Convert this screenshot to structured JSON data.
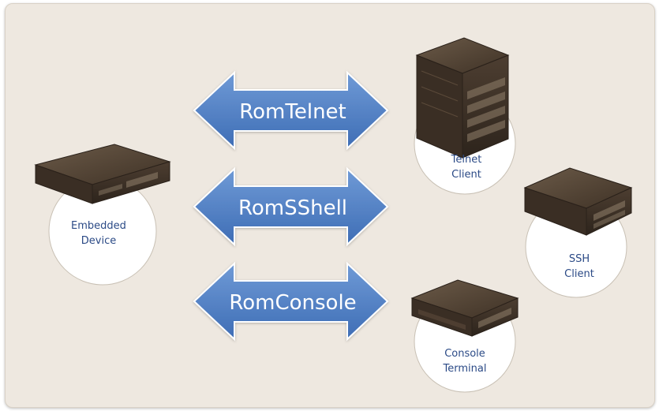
{
  "protocols": {
    "telnet": "RomTelnet",
    "sshell": "RomSShell",
    "console": "RomConsole"
  },
  "nodes": {
    "embedded": {
      "line1": "Embedded",
      "line2": "Device"
    },
    "telnet": {
      "line1": "Telnet",
      "line2": "Client"
    },
    "ssh": {
      "line1": "SSH",
      "line2": "Client"
    },
    "console": {
      "line1": "Console",
      "line2": "Terminal"
    }
  },
  "colors": {
    "background": "#eee8e0",
    "arrow": "#4f7fc4",
    "arrow_border": "#ffffff",
    "label_text": "#2b4a86",
    "device": "#4a3a2c"
  }
}
